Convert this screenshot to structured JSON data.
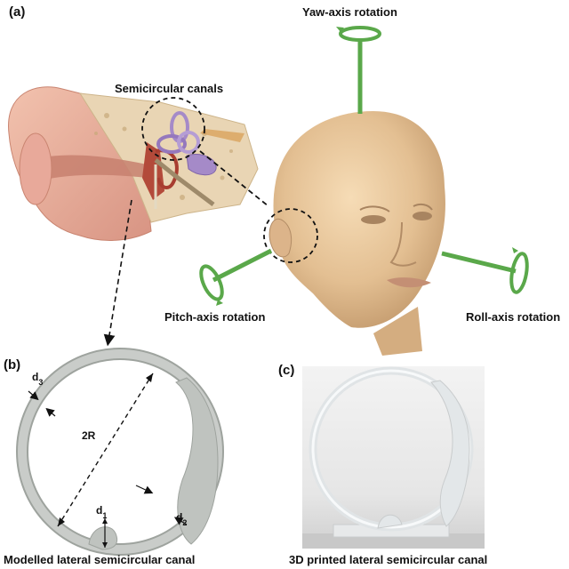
{
  "panel_a": {
    "letter": "(a)",
    "canals_label": "Semicircular canals",
    "yaw_label": "Yaw-axis rotation",
    "pitch_label": "Pitch-axis rotation",
    "roll_label": "Roll-axis rotation"
  },
  "panel_b": {
    "letter": "(b)",
    "caption": "Modelled lateral semicircular canal",
    "dim_2r": "2R",
    "dim_d1": "d",
    "dim_d1_sub": "1",
    "dim_d2": "d",
    "dim_d2_sub": "2",
    "dim_d3": "d",
    "dim_d3_sub": "3"
  },
  "panel_c": {
    "letter": "(c)",
    "caption": "3D printed lateral semicircular canal"
  },
  "colors": {
    "axis_green": "#5aa84a",
    "skin": "#e8c49a",
    "canal_purple": "#a58ac8",
    "model_grey": "#b9bdb9"
  }
}
